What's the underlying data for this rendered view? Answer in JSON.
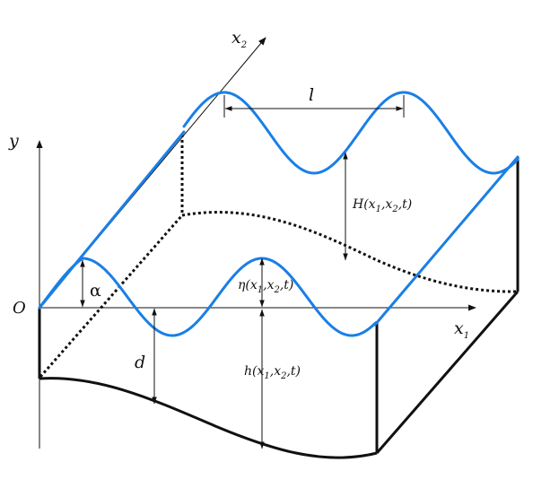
{
  "colors": {
    "wave": "#1a7fe6",
    "ink": "#111111"
  },
  "labels": {
    "y_axis": "y",
    "x1_axis": "x",
    "x1_sub": "1",
    "x2_axis": "x",
    "x2_sub": "2",
    "origin": "O",
    "alpha": "α",
    "wavelength": "l",
    "depth": "d",
    "H_main": "H(x",
    "H_s1": "1",
    "H_mid": ",x",
    "H_s2": "2",
    "H_end": ",t)",
    "eta_main": "η(x",
    "eta_s1": "1",
    "eta_mid": ",x",
    "eta_s2": "2",
    "eta_end": ",t)",
    "h_main": "h(x",
    "h_s1": "1",
    "h_mid": ",x",
    "h_s2": "2",
    "h_end": ",t)"
  }
}
